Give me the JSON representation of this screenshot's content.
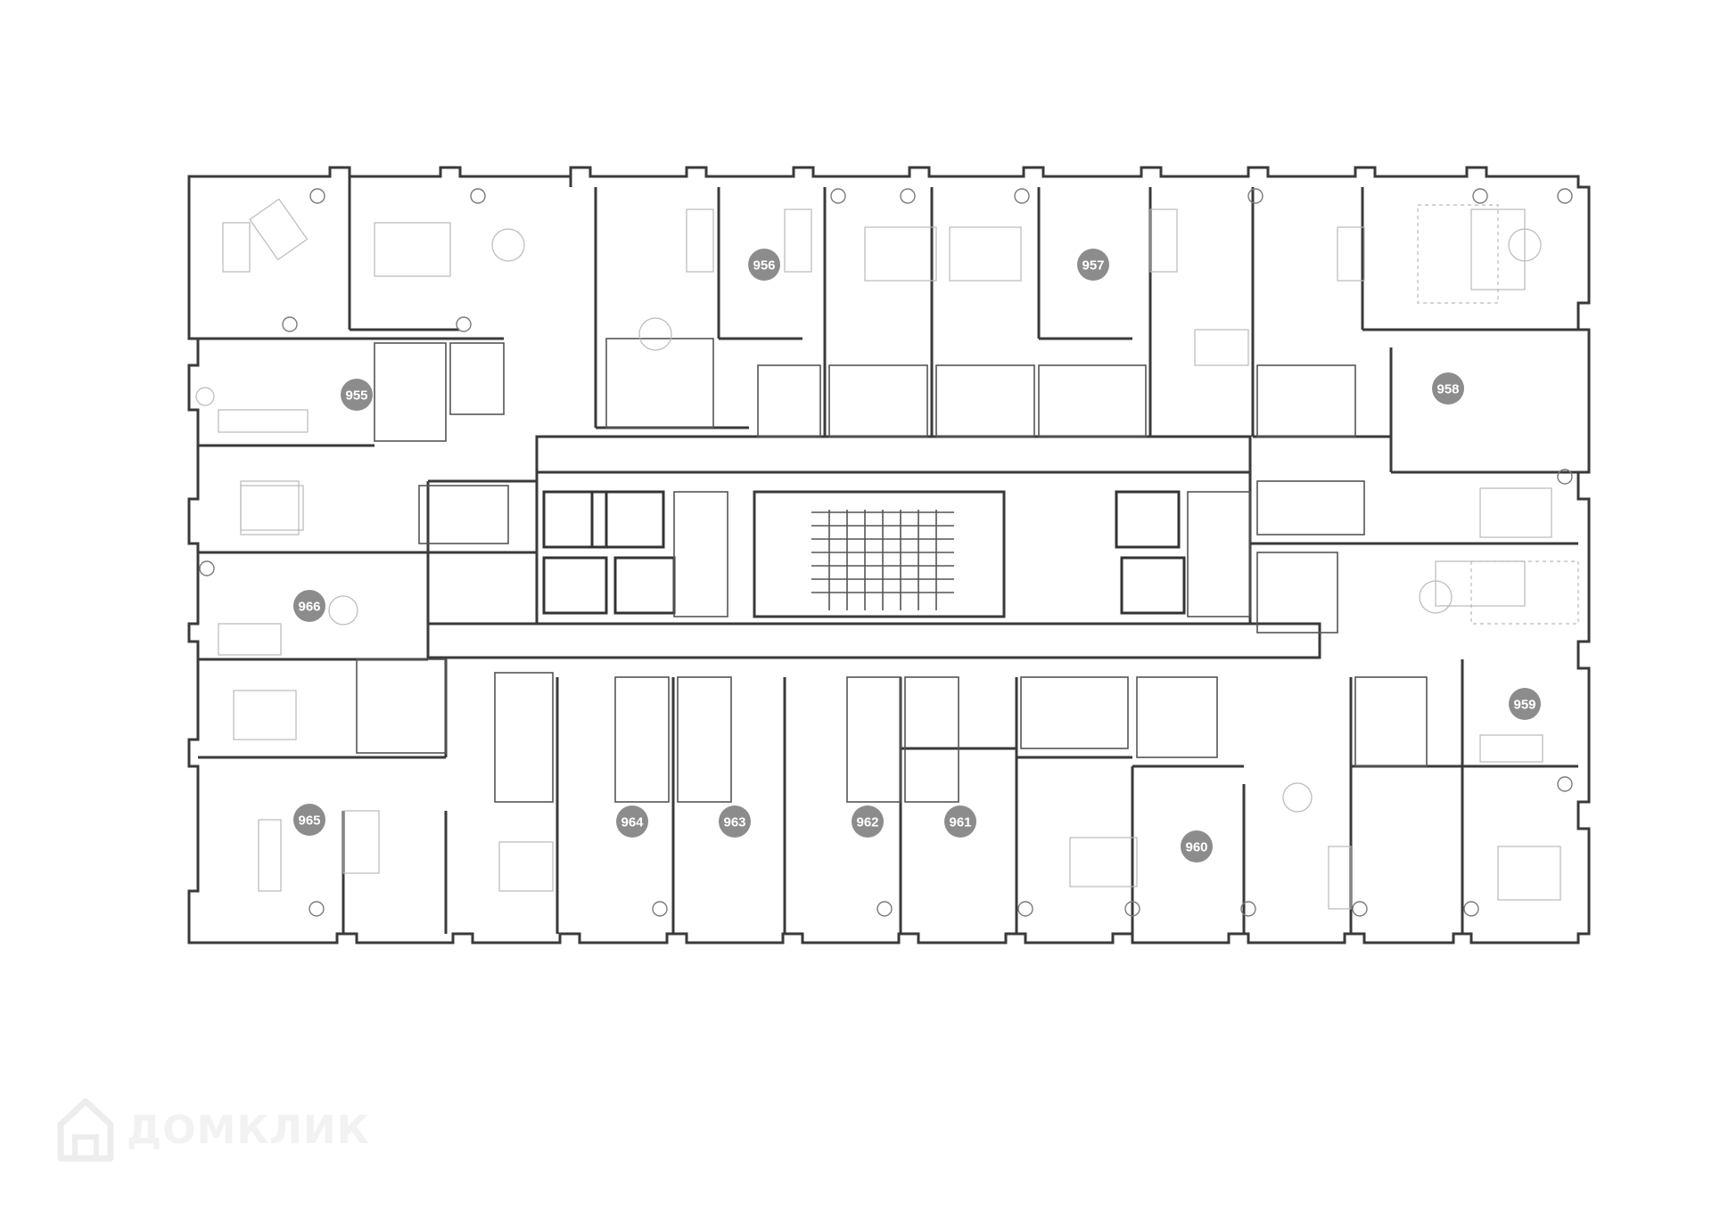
{
  "floor_plan": {
    "apartments": [
      {
        "label": "955"
      },
      {
        "label": "956"
      },
      {
        "label": "957"
      },
      {
        "label": "958"
      },
      {
        "label": "959"
      },
      {
        "label": "960"
      },
      {
        "label": "961"
      },
      {
        "label": "962"
      },
      {
        "label": "963"
      },
      {
        "label": "964"
      },
      {
        "label": "965"
      },
      {
        "label": "966"
      }
    ],
    "colors": {
      "wall": "#3a3a3a",
      "furniture": "#b9b9b9",
      "badge": "#8c8c8c",
      "badge_text": "#ffffff"
    }
  },
  "watermark": {
    "text": "ДОМКЛИК",
    "icon": "house-logo-icon"
  }
}
